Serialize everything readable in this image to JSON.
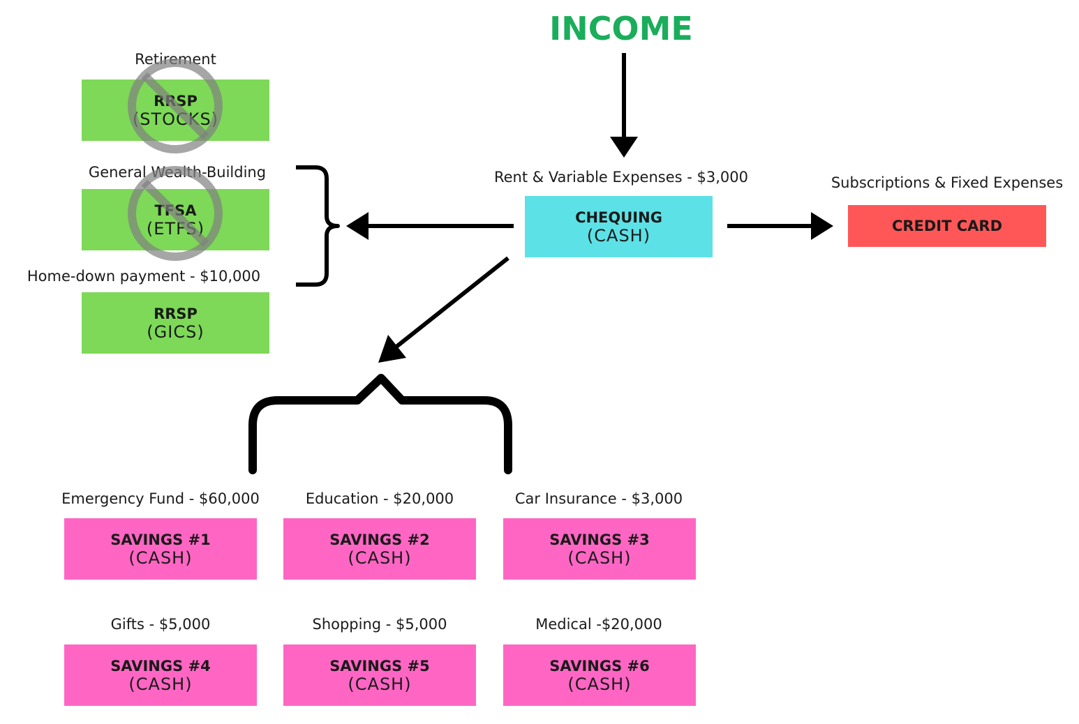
{
  "title": {
    "text": "INCOME",
    "color": "#1aad5b"
  },
  "colors": {
    "investment": "#7dd957",
    "chequing": "#5ce1e6",
    "credit": "#ff5757",
    "savings": "#ff66c4",
    "prohibited": "#808080"
  },
  "investments": {
    "retirement": {
      "label": "Retirement",
      "line1": "RRSP",
      "line2": "(STOCKS)",
      "status": "crossed-out"
    },
    "wealth": {
      "label": "General Wealth-Building",
      "line1": "TFSA",
      "line2": "(ETFS)",
      "status": "crossed-out"
    },
    "home": {
      "label": "Home-down payment - $10,000",
      "line1": "RRSP",
      "line2": "(GICS)"
    }
  },
  "chequing": {
    "label": "Rent & Variable Expenses - $3,000",
    "line1": "CHEQUING",
    "line2": "(CASH)"
  },
  "credit": {
    "label": "Subscriptions & Fixed Expenses",
    "text": "CREDIT CARD"
  },
  "savings": [
    {
      "label": "Emergency Fund - $60,000",
      "line1": "SAVINGS #1",
      "line2": "(CASH)"
    },
    {
      "label": "Education - $20,000",
      "line1": "SAVINGS #2",
      "line2": "(CASH)"
    },
    {
      "label": "Car Insurance - $3,000",
      "line1": "SAVINGS #3",
      "line2": "(CASH)"
    },
    {
      "label": "Gifts - $5,000",
      "line1": "SAVINGS #4",
      "line2": "(CASH)"
    },
    {
      "label": "Shopping - $5,000",
      "line1": "SAVINGS #5",
      "line2": "(CASH)"
    },
    {
      "label": "Medical -$20,000",
      "line1": "SAVINGS #6",
      "line2": "(CASH)"
    }
  ]
}
